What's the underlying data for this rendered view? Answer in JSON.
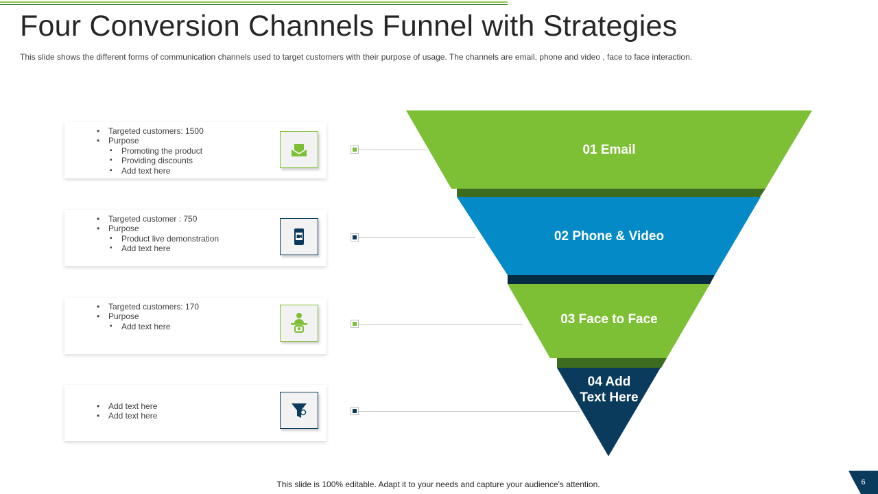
{
  "slide": {
    "title": "Four Conversion  Channels Funnel with Strategies",
    "subtitle": "This slide shows the different forms of communication channels used to target customers with their purpose of usage. The channels are email, phone and video , face to face interaction.",
    "footer_note": "This slide is 100% editable. Adapt it to your needs and capture your audience's attention.",
    "page_number": "6"
  },
  "colors": {
    "green": "#7dbf35",
    "blue": "#038ac7",
    "navy": "#0a3b5c",
    "dark_green_shade": "#3d6b1f",
    "dark_navy_shade": "#062c44"
  },
  "cards": [
    {
      "icon": "email-icon",
      "items": [
        "Targeted customers: 1500",
        "Purpose"
      ],
      "subitems": [
        "Promoting the product",
        "Providing discounts",
        "Add text here"
      ]
    },
    {
      "icon": "video-call-phone-icon",
      "items": [
        "Targeted customer : 750",
        "Purpose"
      ],
      "subitems": [
        "Product live demonstration",
        "Add text here"
      ]
    },
    {
      "icon": "face-to-face-meeting-icon",
      "items": [
        "Targeted customers: 170",
        "Purpose"
      ],
      "subitems": [
        "Add text here"
      ]
    },
    {
      "icon": "funnel-icon",
      "items": [
        "Add text here",
        "Add text here"
      ],
      "subitems": []
    }
  ],
  "funnel": {
    "stages": [
      {
        "label": "01 Email"
      },
      {
        "label": "02 Phone & Video"
      },
      {
        "label": "03 Face to Face"
      },
      {
        "label_line1": "04 Add",
        "label_line2": "Text Here"
      }
    ]
  }
}
